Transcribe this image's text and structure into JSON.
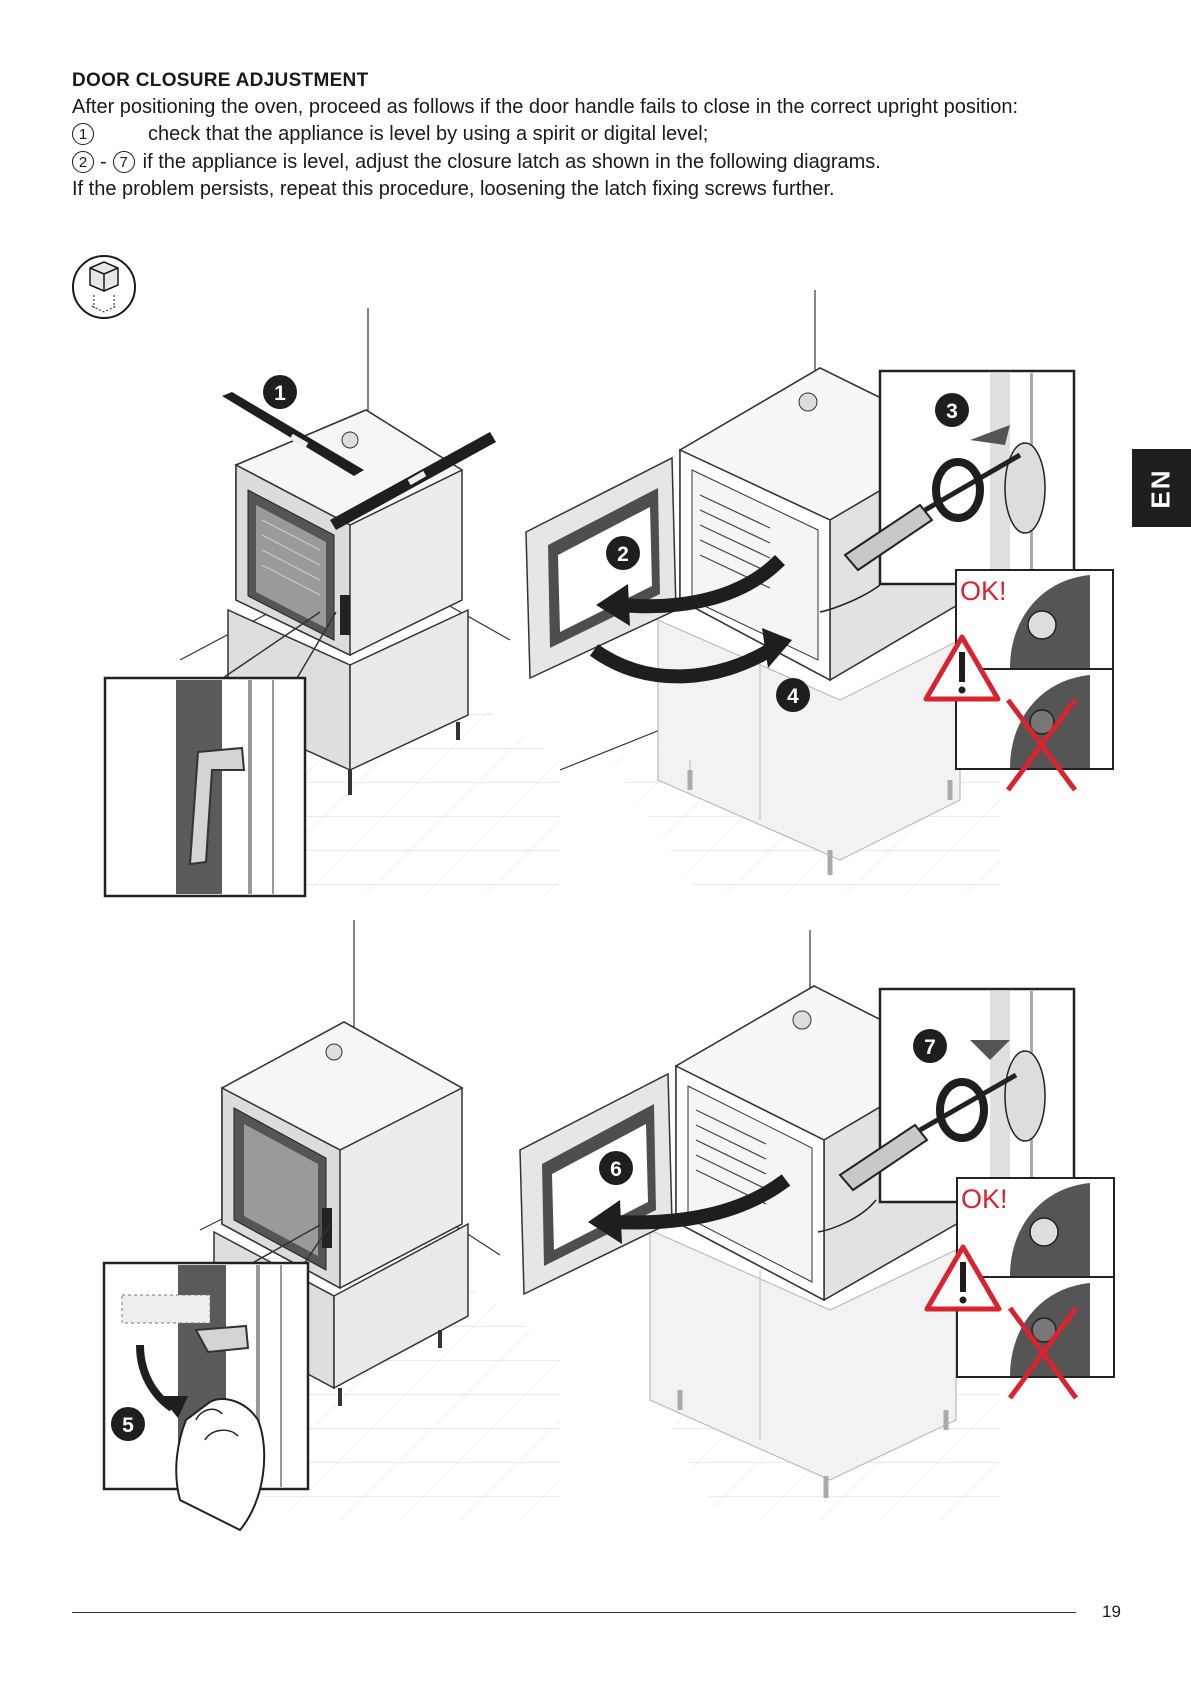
{
  "heading": "DOOR CLOSURE ADJUSTMENT",
  "intro": "After positioning the oven, proceed as follows if the door handle fails to close in the correct upright position:",
  "steps": [
    {
      "marker_a": "1",
      "text": "check that the appliance is level by using a spirit or digital level;"
    },
    {
      "marker_a": "2",
      "marker_b": "7",
      "text": "if the appliance is level, adjust the closure latch as shown in the following diagrams."
    }
  ],
  "closing": "If the problem persists, repeat this procedure, loosening the latch fixing screws further.",
  "language_tab": "EN",
  "page_number": "19",
  "callouts": [
    "1",
    "2",
    "3",
    "4",
    "5",
    "6",
    "7"
  ],
  "ok_label": "OK!",
  "colors": {
    "warning_red": "#d9232e",
    "dark": "#1e1e1e",
    "door_gray": "#5a5a5a"
  }
}
